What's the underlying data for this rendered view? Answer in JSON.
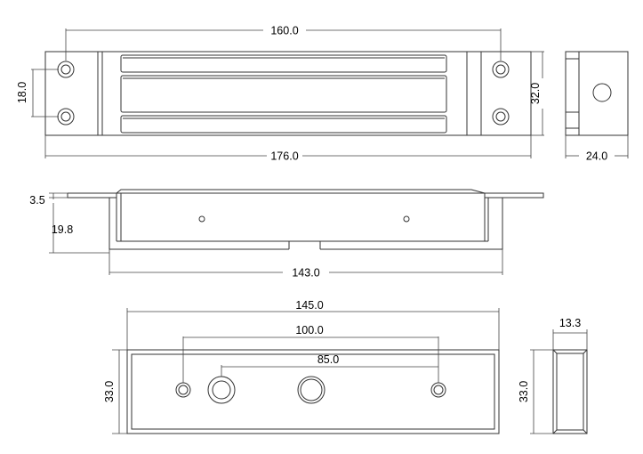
{
  "dimensions": {
    "top_width": "160.0",
    "top_hole_spacing": "18.0",
    "top_overall": "176.0",
    "top_height": "32.0",
    "side_depth": "24.0",
    "front_ledge": "3.5",
    "front_height": "19.8",
    "front_body": "143.0",
    "bottom_overall": "145.0",
    "bottom_hole_spacing": "100.0",
    "bottom_inner_spacing": "85.0",
    "bottom_height": "33.0",
    "end_width": "13.3",
    "end_height": "33.0"
  }
}
